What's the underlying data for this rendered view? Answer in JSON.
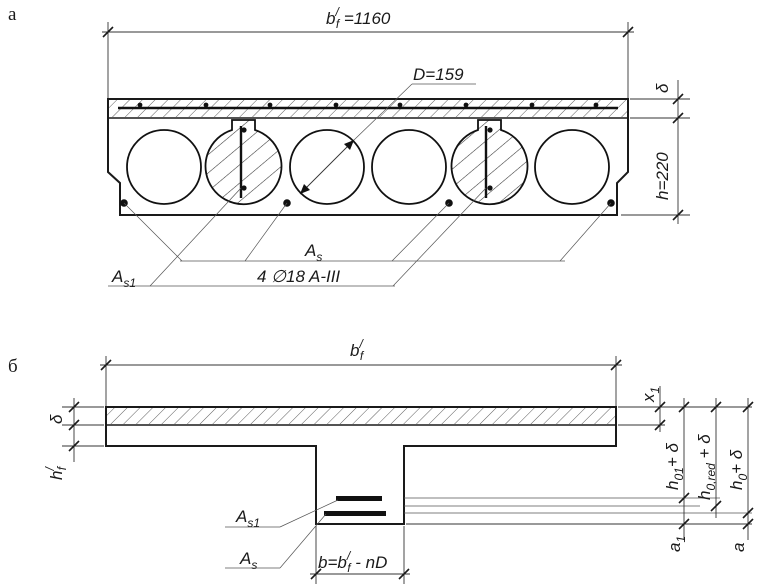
{
  "part_a": {
    "panel_letter": "а",
    "width_label": {
      "main": "b",
      "prime": "/",
      "sub": "f",
      "rest": " =1160"
    },
    "diameter_label": "D=159",
    "delta_label": "δ",
    "height_label": "h=220",
    "as_label": {
      "main": "A",
      "sub": "s"
    },
    "as1_label": {
      "main": "A",
      "sub": "s1"
    },
    "rebar_label": "4 ∅18 A-III"
  },
  "part_b": {
    "panel_letter": "б",
    "width_label": {
      "main": "b",
      "prime": "/",
      "sub": "f"
    },
    "x1_label": {
      "main": "x",
      "sub": "1"
    },
    "delta_label": "δ",
    "hf_label": {
      "main": "h",
      "prime": "/",
      "sub": "f"
    },
    "h01_label": {
      "main": "h",
      "sub": "01",
      "rest": "+ δ"
    },
    "h0red_label": {
      "main": "h",
      "sub": "0,red",
      "rest": " + δ"
    },
    "h0_label": {
      "main": "h",
      "sub": "0",
      "rest": "+ δ"
    },
    "a1_label": {
      "main": "a",
      "sub": "1"
    },
    "a_label": "a",
    "as1_label": {
      "main": "A",
      "sub": "s1"
    },
    "as_label": {
      "main": "A",
      "sub": "s"
    },
    "web_label": {
      "main": "b=b",
      "prime": "/",
      "sub": "f",
      "rest": " - nD"
    }
  }
}
